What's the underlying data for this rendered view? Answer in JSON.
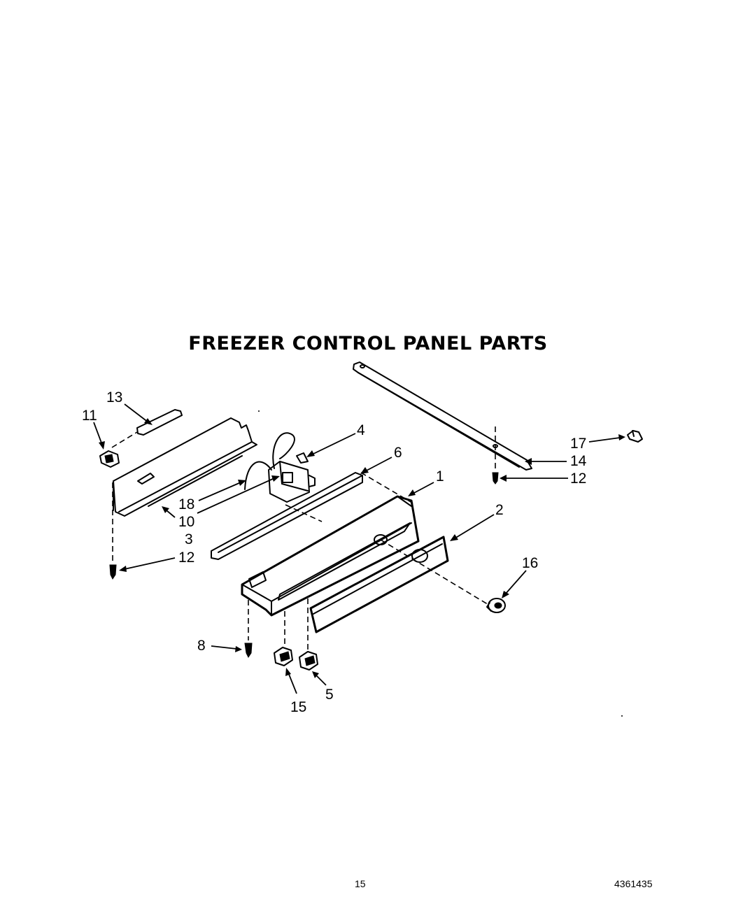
{
  "title": "FREEZER CONTROL PANEL PARTS",
  "footer": {
    "page_number": "15",
    "document_number": "4361435"
  },
  "callouts": {
    "c1": "1",
    "c2": "2",
    "c3": "3",
    "c4": "4",
    "c5": "5",
    "c6": "6",
    "c8": "8",
    "c10": "10",
    "c11": "11",
    "c12a": "12",
    "c12b": "12",
    "c13": "13",
    "c14": "14",
    "c15": "15",
    "c16": "16",
    "c17": "17",
    "c18": "18"
  }
}
